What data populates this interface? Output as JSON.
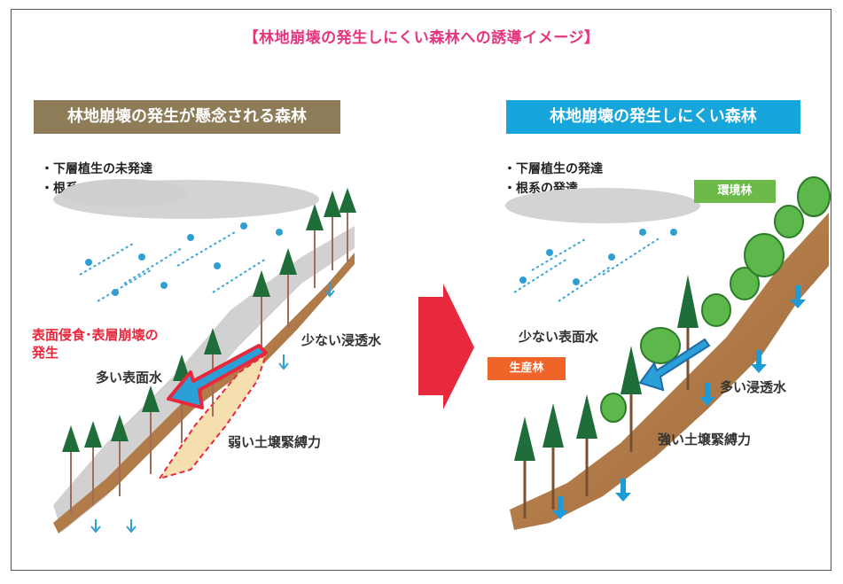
{
  "title": "【林地崩壊の発生しにくい森林への誘導イメージ】",
  "left_panel": {
    "header": "林地崩壊の発生が懸念される森林",
    "bullets": [
      "・下層植生の未発達",
      "・根系の未発達"
    ],
    "hazard_label": [
      "表面侵食･表層崩壊の",
      "発生"
    ],
    "surface_water": "多い表面水",
    "infiltration": "少ない浸透水",
    "soil_binding": "弱い土壌緊縛力"
  },
  "right_panel": {
    "header": "林地崩壊の発生しにくい森林",
    "bullets": [
      "・下層植生の発達",
      "・根系の発達"
    ],
    "environmental_forest": "環境林",
    "production_forest": "生産林",
    "surface_water": "少ない表面水",
    "infiltration": "多い浸透水",
    "soil_binding": "強い土壌緊縛力"
  },
  "colors": {
    "title": "#e6357f",
    "left_header": "#8e7c58",
    "right_header": "#16a6dc",
    "hazard": "#e8283c",
    "arrow": "#e8283c",
    "water": "#1e9bd7",
    "environmental_tag": "#6cba4a",
    "production_tag": "#f0642a"
  }
}
